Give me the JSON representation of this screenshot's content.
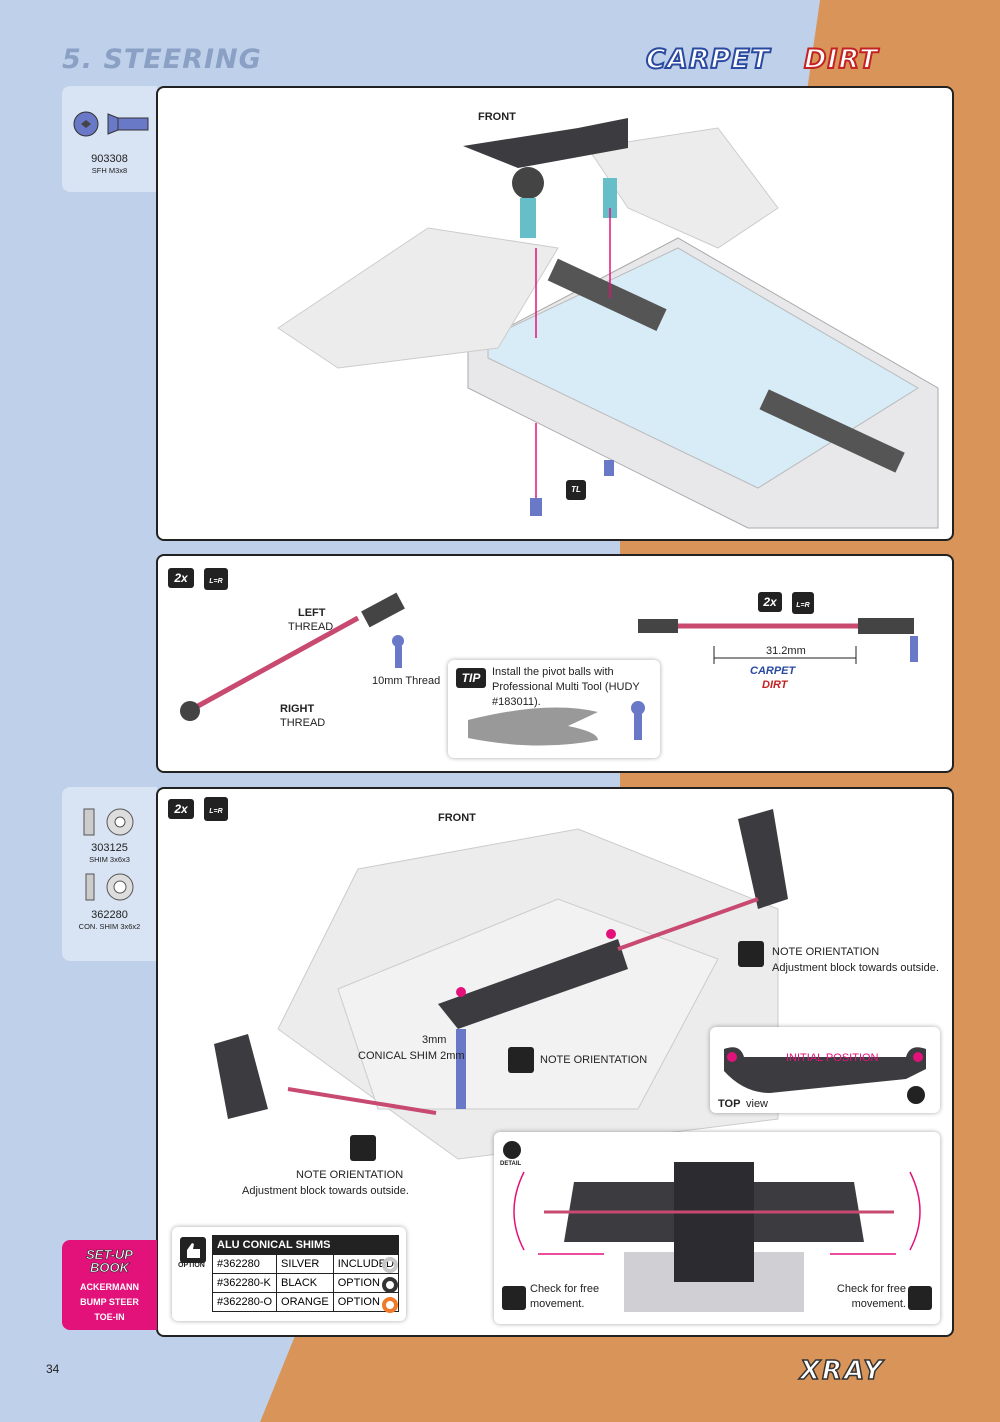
{
  "header": {
    "title": "5. STEERING",
    "logo_carpet": "CARPET",
    "logo_dirt": "DIRT"
  },
  "parts_top": [
    {
      "code": "903308",
      "desc": "SFH M3x8"
    }
  ],
  "parts_bottom": [
    {
      "code": "303125",
      "desc": "SHIM 3x6x3"
    },
    {
      "code": "362280",
      "desc": "CON. SHIM 3x6x2"
    }
  ],
  "panel1": {
    "front_label": "FRONT",
    "tl_icon": "TL"
  },
  "panel2": {
    "qty_badge": "2x",
    "lr_badge": "L=R",
    "left_thread_1": "LEFT",
    "left_thread_2": "THREAD",
    "right_thread_1": "RIGHT",
    "right_thread_2": "THREAD",
    "ten_mm_thread": "10mm Thread",
    "tip_badge": "TIP",
    "tip_text": "Install the pivot balls with Professional Multi Tool (HUDY #183011).",
    "qty_badge_2": "2x",
    "lr_badge_2": "L=R",
    "length": "31.2mm",
    "carpet": "CARPET",
    "dirt": "DIRT"
  },
  "panel3": {
    "qty_badge": "2x",
    "lr_badge": "L=R",
    "front_label": "FRONT",
    "note1_title": "NOTE ORIENTATION",
    "note1_text": "Adjustment block towards outside.",
    "shim_3mm": "3mm",
    "conical_shim": "CONICAL SHIM 2mm",
    "note2_title": "NOTE ORIENTATION",
    "note3_title": "NOTE ORIENTATION",
    "note3_text": "Adjustment block towards outside.",
    "initial_position": "INITIAL POSITION",
    "top_view_1": "TOP",
    "top_view_2": "view",
    "detail_label": "DETAIL",
    "check_left": "Check for free movement.",
    "check_right": "Check for free movement."
  },
  "option_table": {
    "option_label": "OPTION",
    "header": "ALU CONICAL SHIMS",
    "rows": [
      {
        "code": "#362280",
        "color": "SILVER",
        "status": "INCLUDED",
        "swatch": "#c8c8c8"
      },
      {
        "code": "#362280-K",
        "color": "BLACK",
        "status": "OPTION",
        "swatch": "#333333"
      },
      {
        "code": "#362280-O",
        "color": "ORANGE",
        "status": "OPTION",
        "swatch": "#f07a2a"
      }
    ]
  },
  "setup_book": {
    "title_1": "SET-UP",
    "title_2": "BOOK",
    "items": [
      "ACKERMANN",
      "BUMP STEER",
      "TOE-IN"
    ]
  },
  "footer": {
    "page_number": "34",
    "brand": "XRAY"
  },
  "colors": {
    "blue_bg": "#bfd0ea",
    "orange_bg": "#d99559",
    "magenta": "#e2127a",
    "part_blue": "#6a78c8"
  }
}
